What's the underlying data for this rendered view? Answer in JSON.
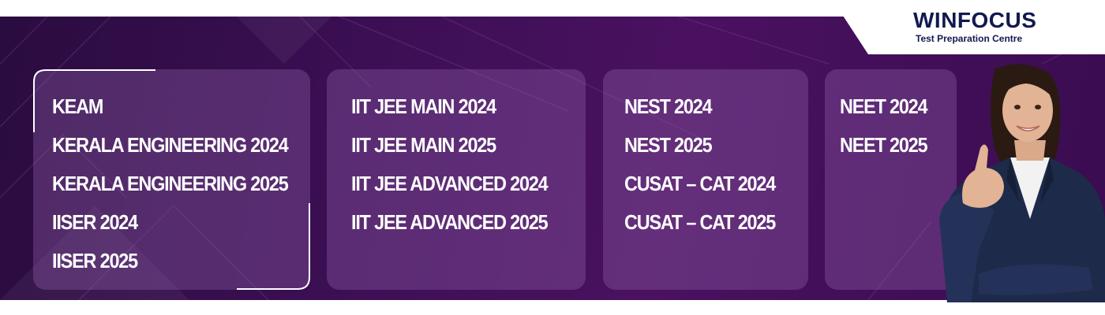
{
  "brand": {
    "name": "WINFOCUS",
    "tagline": "Test Preparation Centre",
    "colors": {
      "navy": "#111a4f",
      "purple_dark": "#2a0c3f",
      "purple": "#4a1160",
      "card": "#8a5aa6"
    }
  },
  "courses": [
    {
      "items": [
        "KEAM",
        "KERALA ENGINEERING 2024",
        "KERALA ENGINEERING 2025",
        "IISER 2024",
        "IISER 2025"
      ]
    },
    {
      "items": [
        "IIT JEE MAIN 2024",
        "IIT JEE MAIN 2025",
        "IIT JEE ADVANCED 2024",
        "IIT JEE ADVANCED 2025"
      ]
    },
    {
      "items": [
        "NEST 2024",
        "NEST 2025",
        "CUSAT – CAT 2024",
        "CUSAT – CAT 2025"
      ]
    },
    {
      "items": [
        "NEET 2024",
        "NEET 2025"
      ]
    }
  ],
  "illustration": {
    "name": "woman-pointing-illustration"
  }
}
